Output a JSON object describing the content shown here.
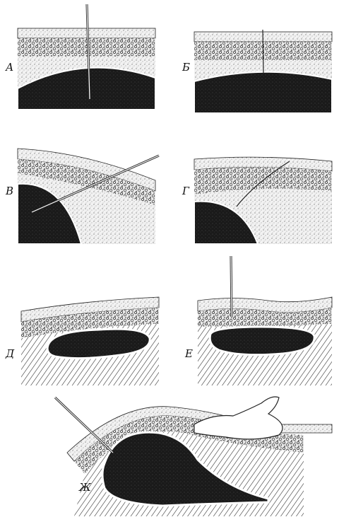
{
  "panels": [
    {
      "id": "a",
      "label": "А"
    },
    {
      "id": "b",
      "label": "Б"
    },
    {
      "id": "v",
      "label": "В"
    },
    {
      "id": "g",
      "label": "Г"
    },
    {
      "id": "d",
      "label": "Д"
    },
    {
      "id": "e",
      "label": "Е"
    },
    {
      "id": "zh",
      "label": "Ж"
    }
  ],
  "colors": {
    "ink": "#141414",
    "cavity": "#161616",
    "fat": "#d9d9d9",
    "tissue": "#eeeeee",
    "paper": "#ffffff"
  }
}
